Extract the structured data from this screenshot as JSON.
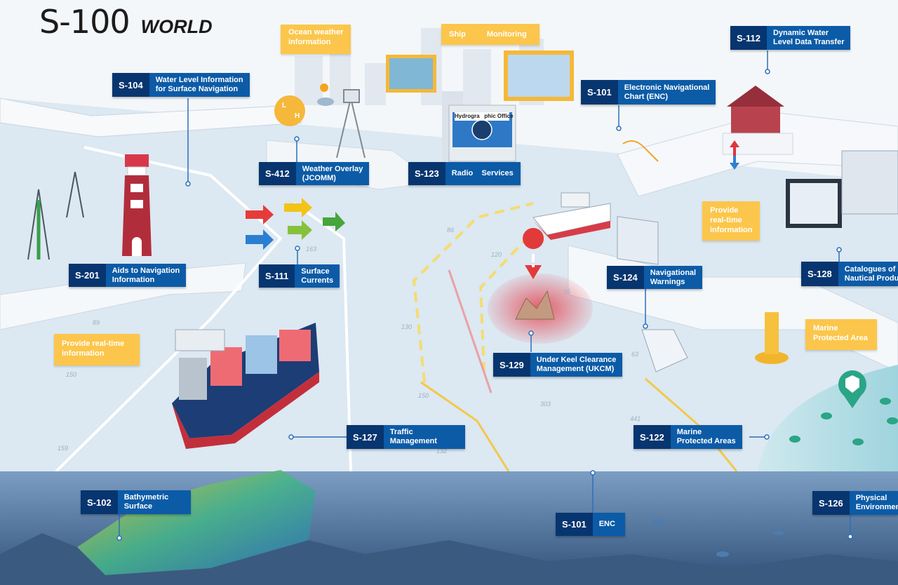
{
  "header": {
    "title_main": "S-100",
    "title_sub": "WORLD"
  },
  "labels": [
    {
      "id": "s104",
      "code": "S-104",
      "lines": [
        "Water Level Information",
        "for Surface Navigation"
      ]
    },
    {
      "id": "s412",
      "code": "S-412",
      "lines": [
        "Weather Overlay",
        "(JCOMM)"
      ]
    },
    {
      "id": "s123",
      "code": "S-123",
      "lines": [
        "Radio    Services"
      ]
    },
    {
      "id": "s101a",
      "code": "S-101",
      "lines": [
        "Electronic Navigational",
        "Chart (ENC)"
      ]
    },
    {
      "id": "s112",
      "code": "S-112",
      "lines": [
        "Dynamic Water",
        "Level Data Transfer"
      ]
    },
    {
      "id": "s201",
      "code": "S-201",
      "lines": [
        "Aids to Navigation",
        "Information"
      ]
    },
    {
      "id": "s111",
      "code": "S-111",
      "lines": [
        "Surface",
        "Currents"
      ]
    },
    {
      "id": "s124",
      "code": "S-124",
      "lines": [
        "Navigational",
        "Warnings"
      ]
    },
    {
      "id": "s128",
      "code": "S-128",
      "lines": [
        "Catalogues of",
        "Nautical Products"
      ]
    },
    {
      "id": "s129",
      "code": "S-129",
      "lines": [
        "Under Keel Clearance",
        "Management (UKCM)"
      ]
    },
    {
      "id": "s127",
      "code": "S-127",
      "lines": [
        "Traffic",
        "Management"
      ]
    },
    {
      "id": "s122",
      "code": "S-122",
      "lines": [
        "Marine",
        "Protected Areas"
      ]
    },
    {
      "id": "s102",
      "code": "S-102",
      "lines": [
        "Bathymetric",
        "Surface"
      ]
    },
    {
      "id": "s101b",
      "code": "S-101",
      "lines": [
        "ENC"
      ]
    },
    {
      "id": "s126",
      "code": "S-126",
      "lines": [
        "Physical",
        "Environment"
      ]
    }
  ],
  "callouts": [
    {
      "id": "ocean-weather",
      "lines": [
        "Ocean weather",
        "information"
      ]
    },
    {
      "id": "ship-monitoring",
      "lines": [
        "Ship",
        "Monitoring"
      ]
    },
    {
      "id": "realtime-right",
      "lines": [
        "Provide",
        "real-time",
        "information"
      ]
    },
    {
      "id": "realtime-left",
      "lines": [
        "Provide real-time",
        "information"
      ]
    },
    {
      "id": "marine-protected",
      "lines": [
        "Marine",
        "Protected Area"
      ]
    }
  ],
  "signs": {
    "hydrographic_office": "Hydrogra   phic Office"
  },
  "depths": [
    "86",
    "163",
    "120",
    "89",
    "130",
    "35",
    "150",
    "150",
    "303",
    "441",
    "159",
    "132",
    "63"
  ],
  "colors": {
    "label_bg": "#0c5ba7",
    "code_bg": "#07356f",
    "callout_bg": "#fbc64b",
    "sea_surface": "#dce8f2",
    "underwater": "#5a7ea5"
  }
}
